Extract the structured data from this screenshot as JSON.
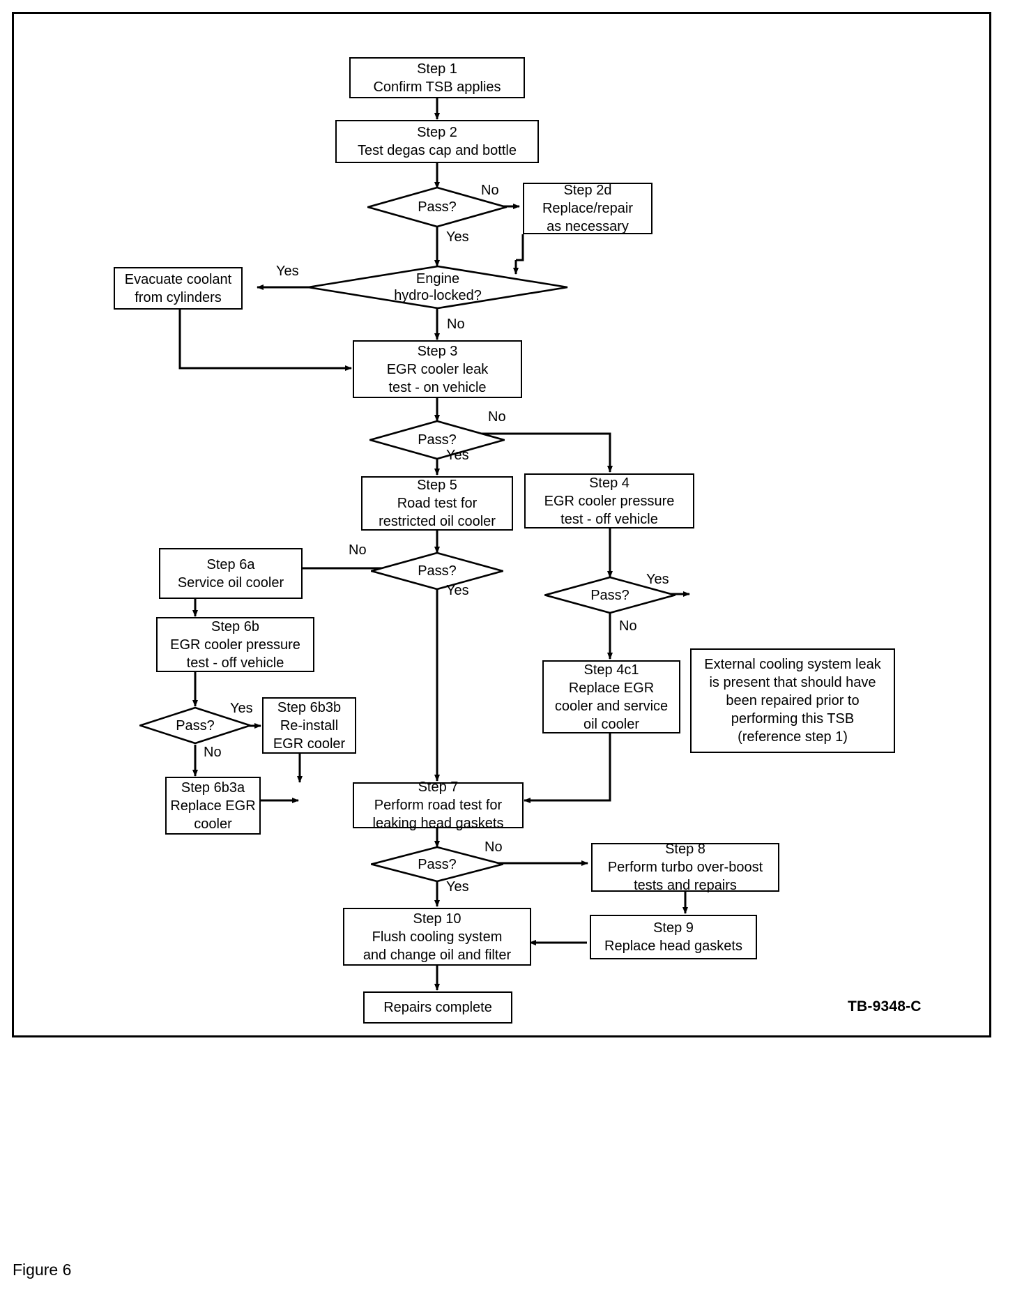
{
  "document": {
    "figure_caption": "Figure 6",
    "tb_code": "TB-9348-C"
  },
  "chart_data": {
    "type": "diagram",
    "title": "EGR cooler / head gasket diagnostic flowchart",
    "nodes": [
      {
        "id": "step1",
        "shape": "process",
        "text": "Step 1\nConfirm TSB applies"
      },
      {
        "id": "step2",
        "shape": "process",
        "text": "Step 2\nTest degas cap and bottle"
      },
      {
        "id": "d1",
        "shape": "decision",
        "text": "Pass?"
      },
      {
        "id": "step2d",
        "shape": "process",
        "text": "Step 2d\nReplace/repair\nas necessary"
      },
      {
        "id": "d2",
        "shape": "decision",
        "text": "Engine\nhydro-locked?"
      },
      {
        "id": "evac",
        "shape": "process",
        "text": "Evacuate coolant\nfrom cylinders"
      },
      {
        "id": "step3",
        "shape": "process",
        "text": "Step 3\nEGR cooler leak\ntest - on vehicle"
      },
      {
        "id": "d3",
        "shape": "decision",
        "text": "Pass?"
      },
      {
        "id": "step5",
        "shape": "process",
        "text": "Step 5\nRoad test for\nrestricted oil cooler"
      },
      {
        "id": "step4",
        "shape": "process",
        "text": "Step 4\nEGR cooler pressure\ntest - off vehicle"
      },
      {
        "id": "d4",
        "shape": "decision",
        "text": "Pass?"
      },
      {
        "id": "step6a",
        "shape": "process",
        "text": "Step 6a\nService oil cooler"
      },
      {
        "id": "d5",
        "shape": "decision",
        "text": "Pass?"
      },
      {
        "id": "extleak",
        "shape": "process",
        "text": "External cooling system leak\nis present that should have\nbeen repaired prior to\nperforming this TSB\n(reference step 1)"
      },
      {
        "id": "step6b",
        "shape": "process",
        "text": "Step 6b\nEGR cooler pressure\ntest - off vehicle"
      },
      {
        "id": "step4c1",
        "shape": "process",
        "text": "Step 4c1\nReplace EGR\ncooler and service\noil cooler"
      },
      {
        "id": "d6",
        "shape": "decision",
        "text": "Pass?"
      },
      {
        "id": "step6b3b",
        "shape": "process",
        "text": "Step 6b3b\nRe-install\nEGR cooler"
      },
      {
        "id": "step6b3a",
        "shape": "process",
        "text": "Step 6b3a\nReplace EGR\ncooler"
      },
      {
        "id": "step7",
        "shape": "process",
        "text": "Step 7\nPerform road test for\nleaking head gaskets"
      },
      {
        "id": "d7",
        "shape": "decision",
        "text": "Pass?"
      },
      {
        "id": "step8",
        "shape": "process",
        "text": "Step 8\nPerform turbo over-boost\ntests and repairs"
      },
      {
        "id": "step10",
        "shape": "process",
        "text": "Step 10\nFlush cooling system\nand change oil and filter"
      },
      {
        "id": "step9",
        "shape": "process",
        "text": "Step 9\nReplace head gaskets"
      },
      {
        "id": "done",
        "shape": "process",
        "text": "Repairs complete"
      }
    ],
    "edges": [
      {
        "from": "step1",
        "to": "step2",
        "label": ""
      },
      {
        "from": "step2",
        "to": "d1",
        "label": ""
      },
      {
        "from": "d1",
        "to": "step2d",
        "label": "No"
      },
      {
        "from": "d1",
        "to": "d2",
        "label": "Yes"
      },
      {
        "from": "step2d",
        "to": "d2",
        "label": ""
      },
      {
        "from": "d2",
        "to": "evac",
        "label": "Yes"
      },
      {
        "from": "d2",
        "to": "step3",
        "label": "No"
      },
      {
        "from": "evac",
        "to": "step3",
        "label": ""
      },
      {
        "from": "step3",
        "to": "d3",
        "label": ""
      },
      {
        "from": "d3",
        "to": "step4",
        "label": "No"
      },
      {
        "from": "d3",
        "to": "step5",
        "label": "Yes"
      },
      {
        "from": "step5",
        "to": "d4",
        "label": ""
      },
      {
        "from": "d4",
        "to": "step6a",
        "label": "No"
      },
      {
        "from": "d4",
        "to": "step7",
        "label": "Yes"
      },
      {
        "from": "step4",
        "to": "d5",
        "label": ""
      },
      {
        "from": "d5",
        "to": "extleak",
        "label": "Yes"
      },
      {
        "from": "d5",
        "to": "step4c1",
        "label": "No"
      },
      {
        "from": "step6a",
        "to": "step6b",
        "label": ""
      },
      {
        "from": "step6b",
        "to": "d6",
        "label": ""
      },
      {
        "from": "d6",
        "to": "step6b3b",
        "label": "Yes"
      },
      {
        "from": "d6",
        "to": "step6b3a",
        "label": "No"
      },
      {
        "from": "step6b3b",
        "to": "step7",
        "label": ""
      },
      {
        "from": "step6b3a",
        "to": "step7",
        "label": ""
      },
      {
        "from": "step4c1",
        "to": "step7",
        "label": ""
      },
      {
        "from": "step7",
        "to": "d7",
        "label": ""
      },
      {
        "from": "d7",
        "to": "step8",
        "label": "No"
      },
      {
        "from": "d7",
        "to": "step10",
        "label": "Yes"
      },
      {
        "from": "step8",
        "to": "step9",
        "label": ""
      },
      {
        "from": "step9",
        "to": "step10",
        "label": ""
      },
      {
        "from": "step10",
        "to": "done",
        "label": ""
      }
    ],
    "edge_labels": [
      {
        "id": "l-d1-no",
        "text": "No"
      },
      {
        "id": "l-d1-yes",
        "text": "Yes"
      },
      {
        "id": "l-d2-yes",
        "text": "Yes"
      },
      {
        "id": "l-d2-no",
        "text": "No"
      },
      {
        "id": "l-d3-no",
        "text": "No"
      },
      {
        "id": "l-d3-yes",
        "text": "Yes"
      },
      {
        "id": "l-d4-no",
        "text": "No"
      },
      {
        "id": "l-d4-yes",
        "text": "Yes"
      },
      {
        "id": "l-d5-yes",
        "text": "Yes"
      },
      {
        "id": "l-d5-no",
        "text": "No"
      },
      {
        "id": "l-d6-yes",
        "text": "Yes"
      },
      {
        "id": "l-d6-no",
        "text": "No"
      },
      {
        "id": "l-d7-no",
        "text": "No"
      },
      {
        "id": "l-d7-yes",
        "text": "Yes"
      }
    ]
  }
}
